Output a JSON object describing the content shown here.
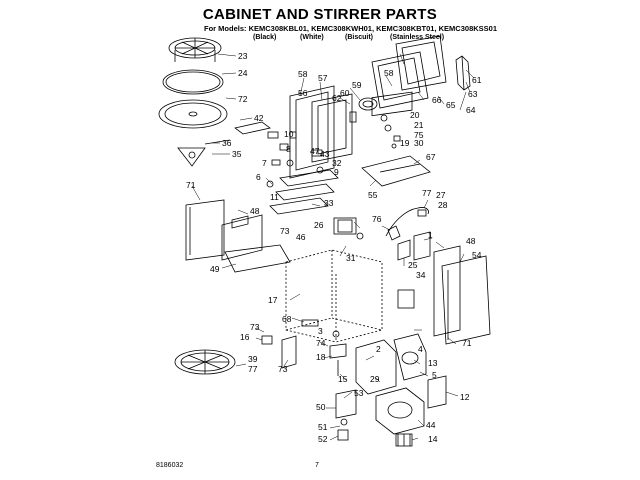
{
  "title": "CABINET AND STIRRER PARTS",
  "models_line": "For Models: KEMC308KBL01, KEMC308KWH01, KEMC308KBT01, KEMC308KSS01",
  "finishes": [
    "(Black)",
    "(White)",
    "(Biscuit)",
    "(Stainless Steel)"
  ],
  "footer": {
    "doc_code": "8186032",
    "page_number": "7"
  },
  "callouts": [
    "23",
    "24",
    "72",
    "42",
    "36",
    "35",
    "71",
    "48",
    "49",
    "58",
    "57",
    "56",
    "62",
    "60",
    "59",
    "10",
    "7",
    "8",
    "47",
    "43",
    "32",
    "9",
    "6",
    "33",
    "11",
    "17",
    "26",
    "31",
    "76",
    "77",
    "27",
    "28",
    "1",
    "25",
    "34",
    "48",
    "54",
    "66",
    "65",
    "64",
    "63",
    "61",
    "58",
    "20",
    "21",
    "75",
    "19",
    "30",
    "67",
    "55",
    "68",
    "3",
    "73",
    "46",
    "16",
    "39",
    "77",
    "73",
    "74",
    "18",
    "15",
    "2",
    "4",
    "13",
    "5",
    "29",
    "12",
    "53",
    "50",
    "51",
    "52",
    "14",
    "44",
    "71",
    "73"
  ]
}
